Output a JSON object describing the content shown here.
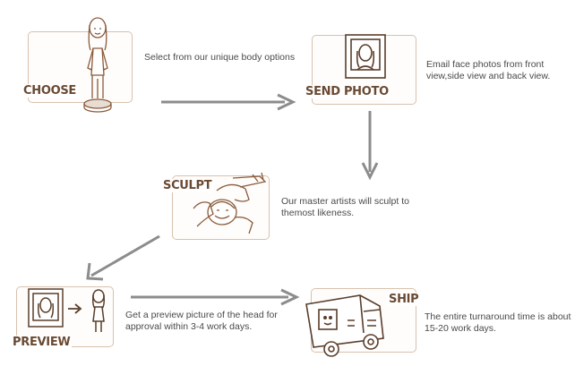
{
  "steps": [
    {
      "title": "CHOOSE",
      "description": "Select from our unique body options"
    },
    {
      "title": "SEND PHOTO",
      "description": "Email face photos from front view,side view and back view."
    },
    {
      "title": "SCULPT",
      "description": "Our master artists will sculpt to themost likeness."
    },
    {
      "title": "PREVIEW",
      "description": "Get a preview picture of the head for approval within 3-4 work days."
    },
    {
      "title": "SHIP",
      "description": "The entire turnaround time is about 15-20 work days."
    }
  ],
  "colors": {
    "card_border": "#d7c1ae",
    "title": "#6a4a33",
    "arrow": "#8c8c8c",
    "illustration": "#8a5a3a"
  }
}
